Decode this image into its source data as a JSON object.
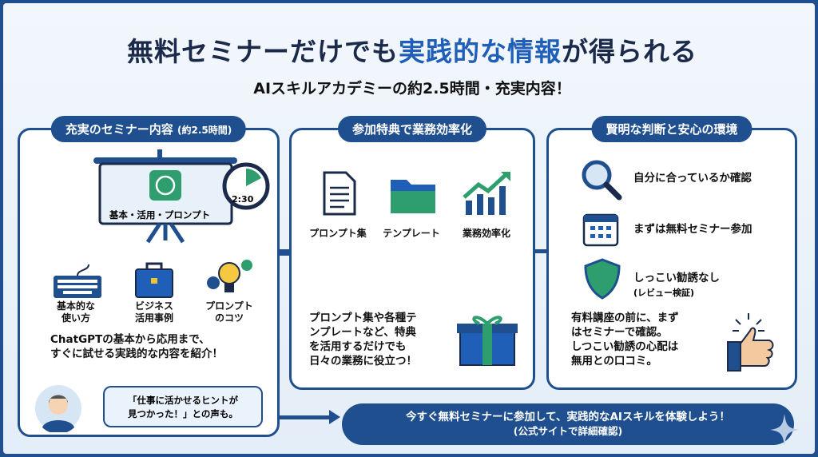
{
  "header": {
    "title_part1": "無料セミナーだけでも",
    "title_highlight": "実践的な情報",
    "title_part2": "が得られる",
    "subtitle": "AIスキルアカデミーの約2.5時間・充実内容！"
  },
  "panel1": {
    "title": "充実のセミナー内容",
    "title_note": "(約2.5時間)",
    "board_label": "基本・活用・プロンプト",
    "clock": "2:30",
    "items": [
      {
        "icon": "keyboard-icon",
        "line1": "基本的な",
        "line2": "使い方"
      },
      {
        "icon": "briefcase-icon",
        "line1": "ビジネス",
        "line2": "活用事例"
      },
      {
        "icon": "lightbulb-icon",
        "line1": "プロンプト",
        "line2": "のコツ"
      }
    ],
    "desc1": "ChatGPTの基本から応用まで、",
    "desc2": "すぐに試せる実践的な内容を紹介！",
    "quote1": "「仕事に活かせるヒントが",
    "quote2": "見つかった！」との声も。"
  },
  "panel2": {
    "title": "参加特典で業務効率化",
    "items": [
      {
        "icon": "document-icon",
        "label": "プロンプト集"
      },
      {
        "icon": "folder-icon",
        "label": "テンプレート"
      },
      {
        "icon": "growth-chart-icon",
        "label": "業務効率化"
      }
    ],
    "desc": [
      "プロンプト集や各種テ",
      "ンプレートなど、特典",
      "を活用するだけでも",
      "日々の業務に役立つ！"
    ]
  },
  "panel3": {
    "title": "賢明な判断と安心の環境",
    "items": [
      {
        "icon": "magnifier-icon",
        "label": "自分に合っているか確認"
      },
      {
        "icon": "calendar-icon",
        "label": "まずは無料セミナー参加"
      },
      {
        "icon": "shield-icon",
        "label": "しっこい勧誘なし",
        "note": "(レビュー検証)"
      }
    ],
    "desc": [
      "有料講座の前に、まず",
      "はセミナーで確認。",
      "しつこい勧誘の心配は",
      "無用との口コミ。"
    ]
  },
  "cta": {
    "line1": "今すぐ無料セミナーに参加して、実践的なAIスキルを体験しよう！",
    "line2": "(公式サイトで詳細確認)"
  },
  "colors": {
    "navy": "#1f4f8f",
    "accent": "#1f5fb8",
    "green": "#2e9e6e"
  }
}
